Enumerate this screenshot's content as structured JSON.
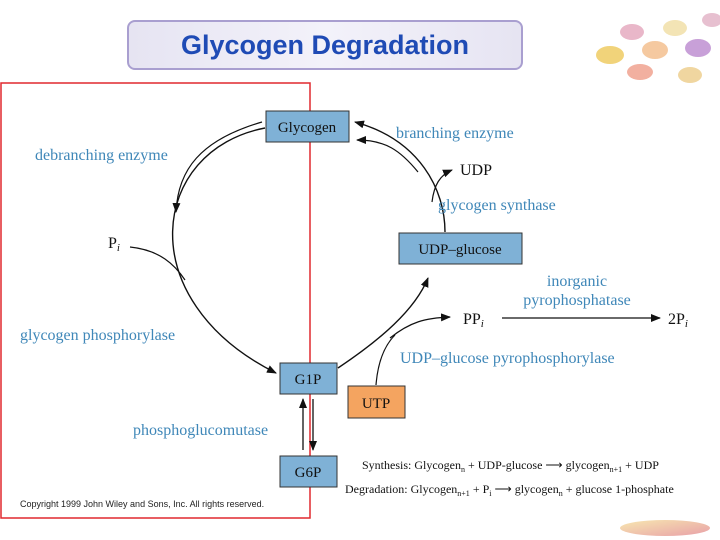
{
  "title": "Glycogen Degradation",
  "nodes": {
    "glycogen": "Glycogen",
    "udp_glucose": "UDP–glucose",
    "g1p": "G1P",
    "g6p": "G6P",
    "utp": "UTP"
  },
  "labels": {
    "branching_enzyme": "branching enzyme",
    "debranching_enzyme": "debranching enzyme",
    "udp": "UDP",
    "glycogen_synthase": "glycogen synthase",
    "pi": "P",
    "pi_sub": "i",
    "glycogen_phosphorylase": "glycogen phosphorylase",
    "inorganic": "inorganic",
    "pyrophosphatase": "pyrophosphatase",
    "ppi": "PP",
    "ppi_sub": "i",
    "two_pi": "2P",
    "two_pi_sub": "i",
    "udp_glucose_pyrophosphorylase": "UDP–glucose pyrophosphorylase",
    "phosphoglucomutase": "phosphoglucomutase"
  },
  "equations": {
    "synthesis_prefix": "Synthesis: Glycogen",
    "synthesis_sub_n": "n",
    "synthesis_mid": " + UDP-glucose ⟶ glycogen",
    "synthesis_sub_n1": "n+1",
    "synthesis_end": " + UDP",
    "degradation_prefix": "Degradation: Glycogen",
    "degradation_sub_n1": "n+1",
    "degradation_mid": " + P",
    "degradation_sub_i": "i",
    "degradation_mid2": " ⟶ glycogen",
    "degradation_sub_n": "n",
    "degradation_end": " + glucose 1-phosphate"
  },
  "copyright": "Copyright 1999 John Wiley and Sons, Inc. All rights reserved.",
  "colors": {
    "title": "#1f4bb5",
    "label_blue": "#3f87b8",
    "node_fill": "#7fb1d6",
    "utp_fill": "#f4a460",
    "highlight_frame": "#e0282f"
  }
}
